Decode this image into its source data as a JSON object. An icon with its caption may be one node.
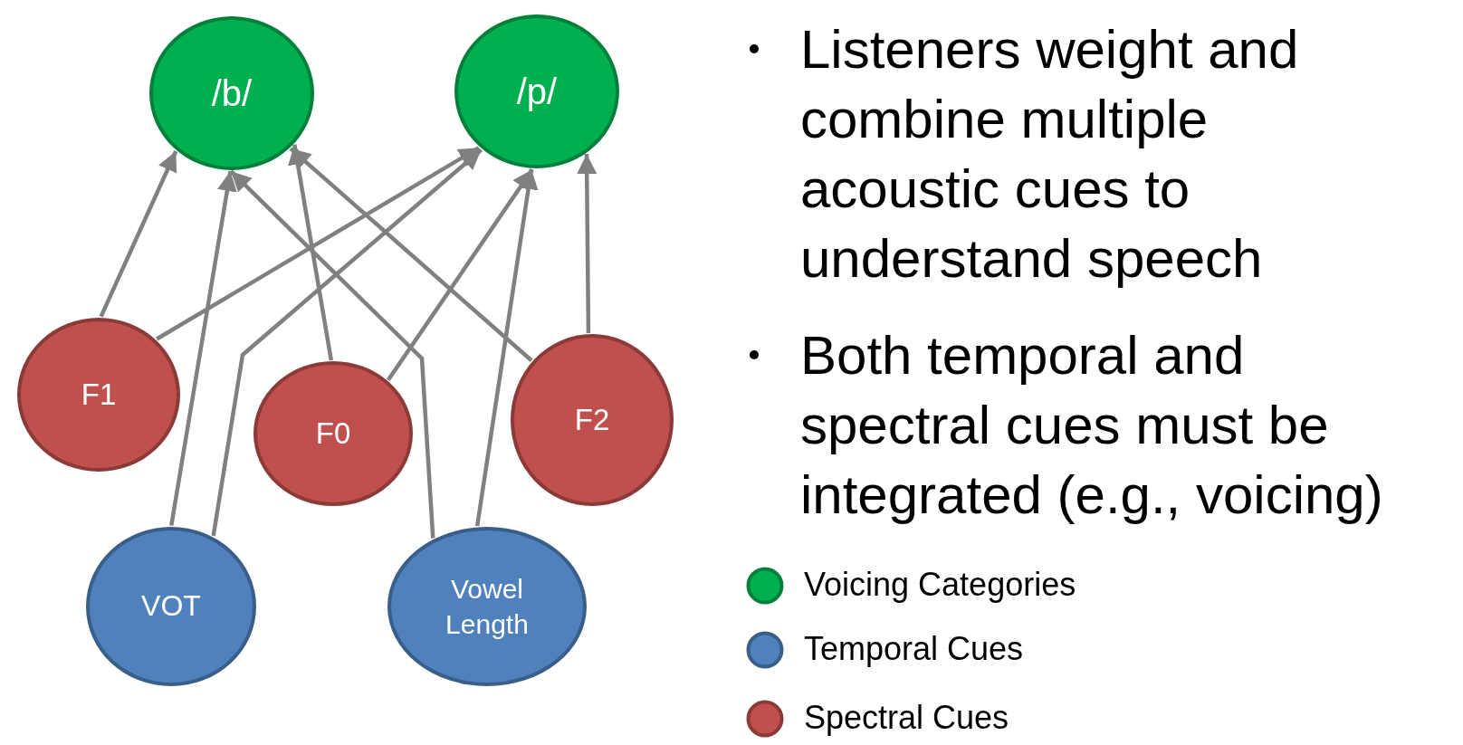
{
  "diagram": {
    "nodes": [
      {
        "text": [
          "/b/"
        ]
      },
      {
        "text": [
          "/p/"
        ]
      },
      {
        "text": [
          "F1"
        ]
      },
      {
        "text": [
          "F0"
        ]
      },
      {
        "text": [
          "F2"
        ]
      },
      {
        "text": [
          "VOT"
        ]
      },
      {
        "text": [
          "Vowel Length"
        ]
      }
    ],
    "edges": [
      {
        "from": 2,
        "to": 0,
        "arrow": "to"
      },
      {
        "from": 2,
        "to": 1,
        "arrow": "to"
      },
      {
        "from": 5,
        "to": 0,
        "arrow": "to"
      },
      {
        "from": 5,
        "to": 1,
        "arrow": "to"
      },
      {
        "from": 3,
        "to": 0,
        "arrow": "to"
      },
      {
        "from": 3,
        "to": 1,
        "arrow": "to"
      },
      {
        "from": 4,
        "to": 0,
        "arrow": "to"
      },
      {
        "from": 4,
        "to": 1,
        "arrow": "to"
      },
      {
        "from": 6,
        "to": 0,
        "arrow": "to"
      },
      {
        "from": 6,
        "to": 1,
        "arrow": "to"
      }
    ],
    "labels": [
      "Listeners weight and combine multiple acoustic cues to understand speech",
      "Both temporal and spectral cues must be integrated (e.g., voicing)"
    ],
    "legend": [
      {
        "text": "Voicing Categories",
        "color": "#00b050"
      },
      {
        "text": "Temporal Cues",
        "color": "#4f81bd"
      },
      {
        "text": "Spectral Cues",
        "color": "#c0504d"
      }
    ]
  }
}
